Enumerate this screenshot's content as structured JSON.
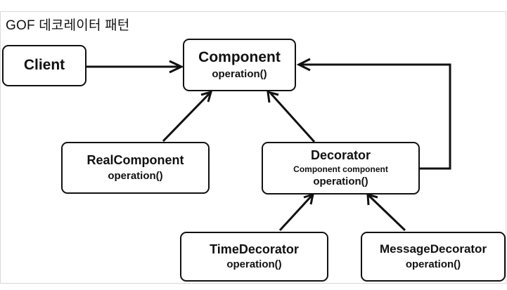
{
  "title": "GOF 데코레이터 패턴",
  "boxes": {
    "client": {
      "name": "Client"
    },
    "component": {
      "name": "Component",
      "op": "operation()"
    },
    "real_component": {
      "name": "RealComponent",
      "op": "operation()"
    },
    "decorator": {
      "name": "Decorator",
      "field": "Component component",
      "op": "operation()"
    },
    "time_decorator": {
      "name": "TimeDecorator",
      "op": "operation()"
    },
    "message_decorator": {
      "name": "MessageDecorator",
      "op": "operation()"
    }
  }
}
